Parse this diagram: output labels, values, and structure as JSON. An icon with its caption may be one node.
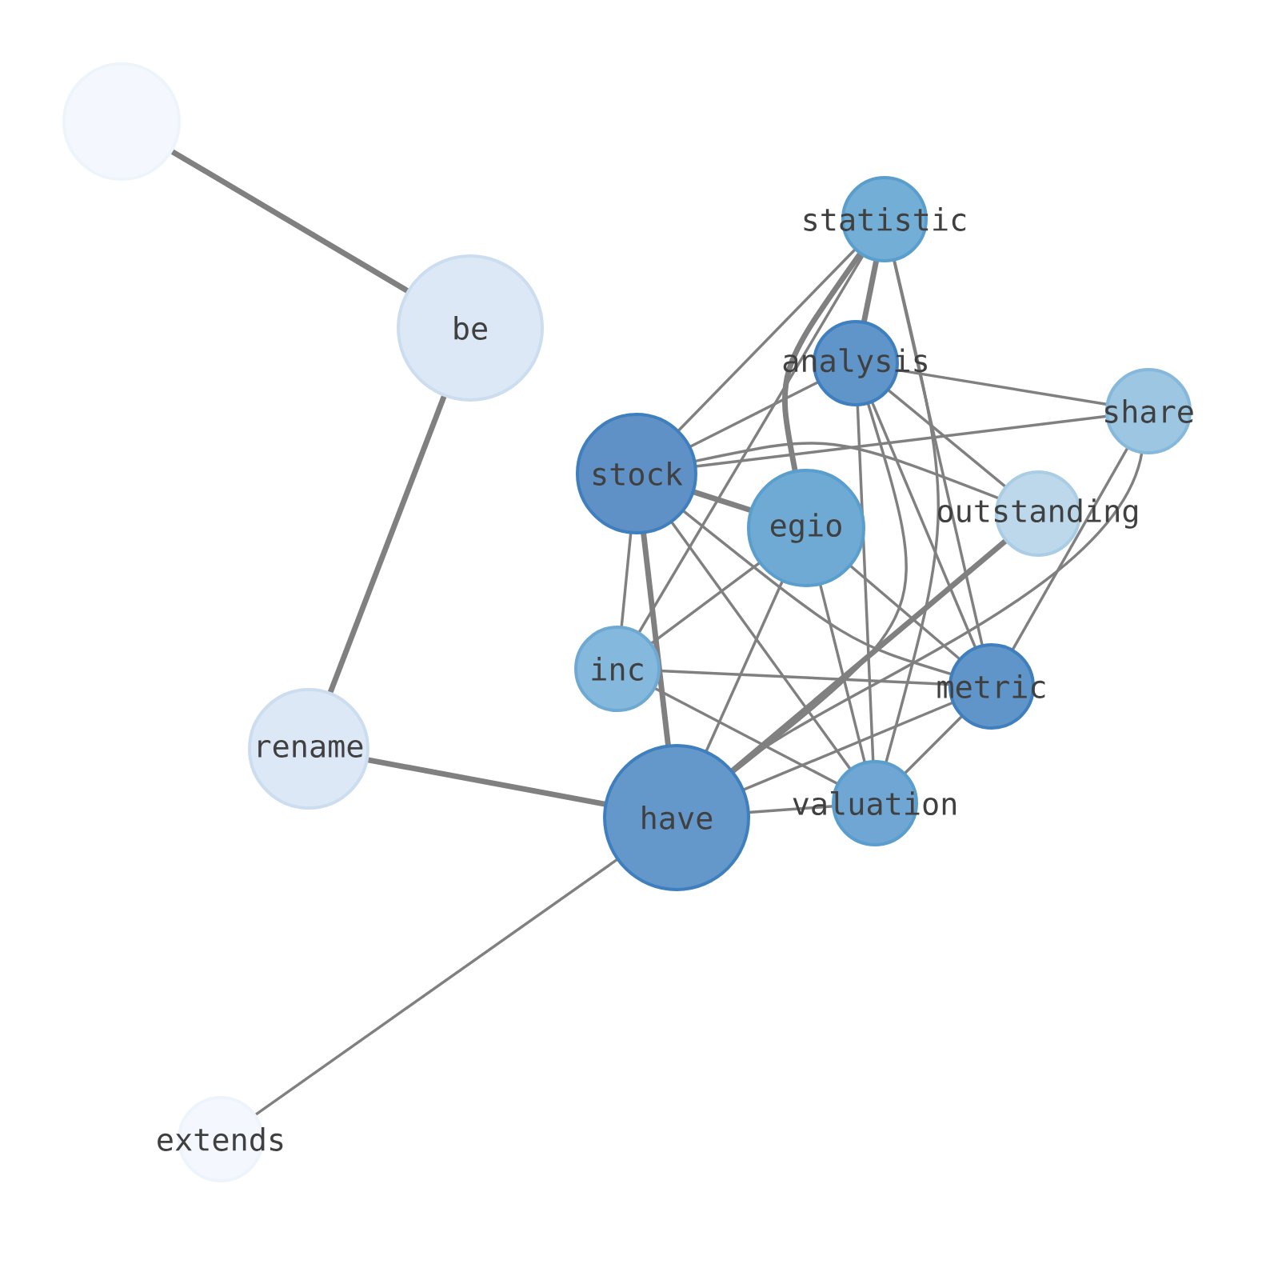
{
  "diagram": {
    "nodes": [
      {
        "text": [],
        "shape": "circle"
      },
      {
        "text": [
          "be"
        ]
      },
      {
        "text": [
          "rename"
        ]
      },
      {
        "text": [
          "have"
        ]
      },
      {
        "text": [
          "extends"
        ]
      },
      {
        "text": [
          "statistic"
        ]
      },
      {
        "text": [
          "analysis"
        ]
      },
      {
        "text": [
          "share"
        ]
      },
      {
        "text": [
          "stock"
        ]
      },
      {
        "text": [
          "egio"
        ]
      },
      {
        "text": [
          "outstanding"
        ]
      },
      {
        "text": [
          "inc"
        ]
      },
      {
        "text": [
          "metric"
        ]
      },
      {
        "text": [
          "valuation"
        ]
      }
    ],
    "edges": [
      {
        "from": 0,
        "to": 1,
        "arrow": "none",
        "style": "thick"
      },
      {
        "from": 1,
        "to": 2,
        "arrow": "none",
        "style": "thick"
      },
      {
        "from": 2,
        "to": 3,
        "arrow": "none",
        "style": "thick"
      },
      {
        "from": 3,
        "to": 4,
        "arrow": "none"
      },
      {
        "from": 5,
        "to": 8,
        "arrow": "none"
      },
      {
        "from": 5,
        "to": 11,
        "arrow": "none"
      },
      {
        "from": 5,
        "to": 6,
        "arrow": "none",
        "style": "thick"
      },
      {
        "from": 5,
        "to": 9,
        "arrow": "none",
        "style": "thick"
      },
      {
        "from": 5,
        "to": 13,
        "arrow": "none"
      },
      {
        "from": 5,
        "to": 12,
        "arrow": "none"
      },
      {
        "from": 6,
        "to": 8,
        "arrow": "none"
      },
      {
        "from": 6,
        "to": 7,
        "arrow": "none"
      },
      {
        "from": 6,
        "to": 10,
        "arrow": "none"
      },
      {
        "from": 6,
        "to": 12,
        "arrow": "none"
      },
      {
        "from": 6,
        "to": 13,
        "arrow": "none"
      },
      {
        "from": 6,
        "to": 3,
        "arrow": "none"
      },
      {
        "from": 8,
        "to": 7,
        "arrow": "none"
      },
      {
        "from": 8,
        "to": 10,
        "arrow": "none"
      },
      {
        "from": 8,
        "to": 9,
        "arrow": "none",
        "style": "thick"
      },
      {
        "from": 8,
        "to": 11,
        "arrow": "none"
      },
      {
        "from": 8,
        "to": 3,
        "arrow": "none",
        "style": "thick"
      },
      {
        "from": 8,
        "to": 12,
        "arrow": "none"
      },
      {
        "from": 8,
        "to": 13,
        "arrow": "none"
      },
      {
        "from": 9,
        "to": 11,
        "arrow": "none"
      },
      {
        "from": 9,
        "to": 3,
        "arrow": "none"
      },
      {
        "from": 9,
        "to": 13,
        "arrow": "none"
      },
      {
        "from": 9,
        "to": 12,
        "arrow": "none"
      },
      {
        "from": 11,
        "to": 12,
        "arrow": "none"
      },
      {
        "from": 11,
        "to": 13,
        "arrow": "none"
      },
      {
        "from": 3,
        "to": 13,
        "arrow": "none"
      },
      {
        "from": 3,
        "to": 12,
        "arrow": "none"
      },
      {
        "from": 3,
        "to": 10,
        "arrow": "none",
        "style": "thick"
      },
      {
        "from": 3,
        "to": 7,
        "arrow": "none"
      },
      {
        "from": 7,
        "to": 12,
        "arrow": "none"
      },
      {
        "from": 12,
        "to": 13,
        "arrow": "none"
      }
    ]
  }
}
